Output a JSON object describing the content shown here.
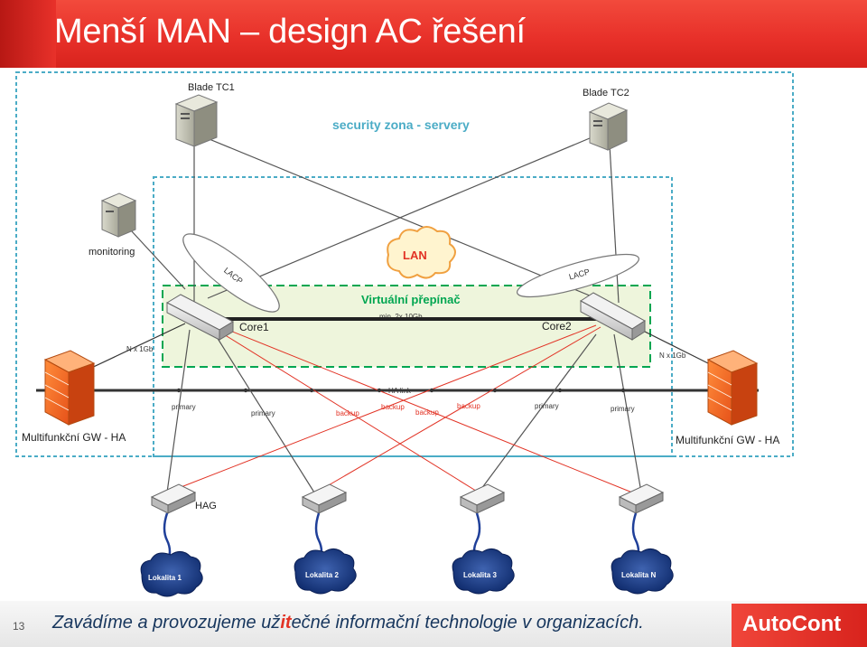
{
  "header": {
    "title": "Menší MAN – design AC řešení"
  },
  "diagram": {
    "security_zone": "security zona - servery",
    "virtual_switch": "Virtuální přepínač",
    "link_speed": "min. 2x 10Gb",
    "lan": "LAN",
    "lacp_left": "LACP",
    "lacp_right": "LACP",
    "servers": {
      "blade1": "Blade TC1",
      "blade2": "Blade TC2",
      "monitoring": "monitoring"
    },
    "core": {
      "core1": "Core1",
      "core2": "Core2"
    },
    "firewalls": {
      "left": "Multifunkční GW - HA",
      "right": "Multifunkční GW - HA"
    },
    "uplinks": {
      "left": "N x 1Gb",
      "right": "N x 1Gb"
    },
    "ha_link": "HA link",
    "link_labels": {
      "primary1": "primary",
      "primary2": "primary",
      "primary3": "primary",
      "primary4": "primary",
      "backup1": "backup",
      "backup2": "backup",
      "backup3": "backup",
      "backup4": "backup"
    },
    "hag": "HAG",
    "sites": {
      "site1": "Lokalita 1",
      "site2": "Lokalita 2",
      "site3": "Lokalita 3",
      "siteN": "Lokalita N"
    }
  },
  "footer": {
    "page_number": "13",
    "tagline_pre": "Zavádíme a provozujeme už",
    "tagline_hl": "it",
    "tagline_post": "ečné informační technologie v organizacích.",
    "logo": "AutoCont"
  },
  "colors": {
    "brand": "#e8312a",
    "zone": "#4bacc6",
    "switch_zone": "#00a651",
    "backup": "#e23325",
    "site_link": "#1f3f99"
  }
}
